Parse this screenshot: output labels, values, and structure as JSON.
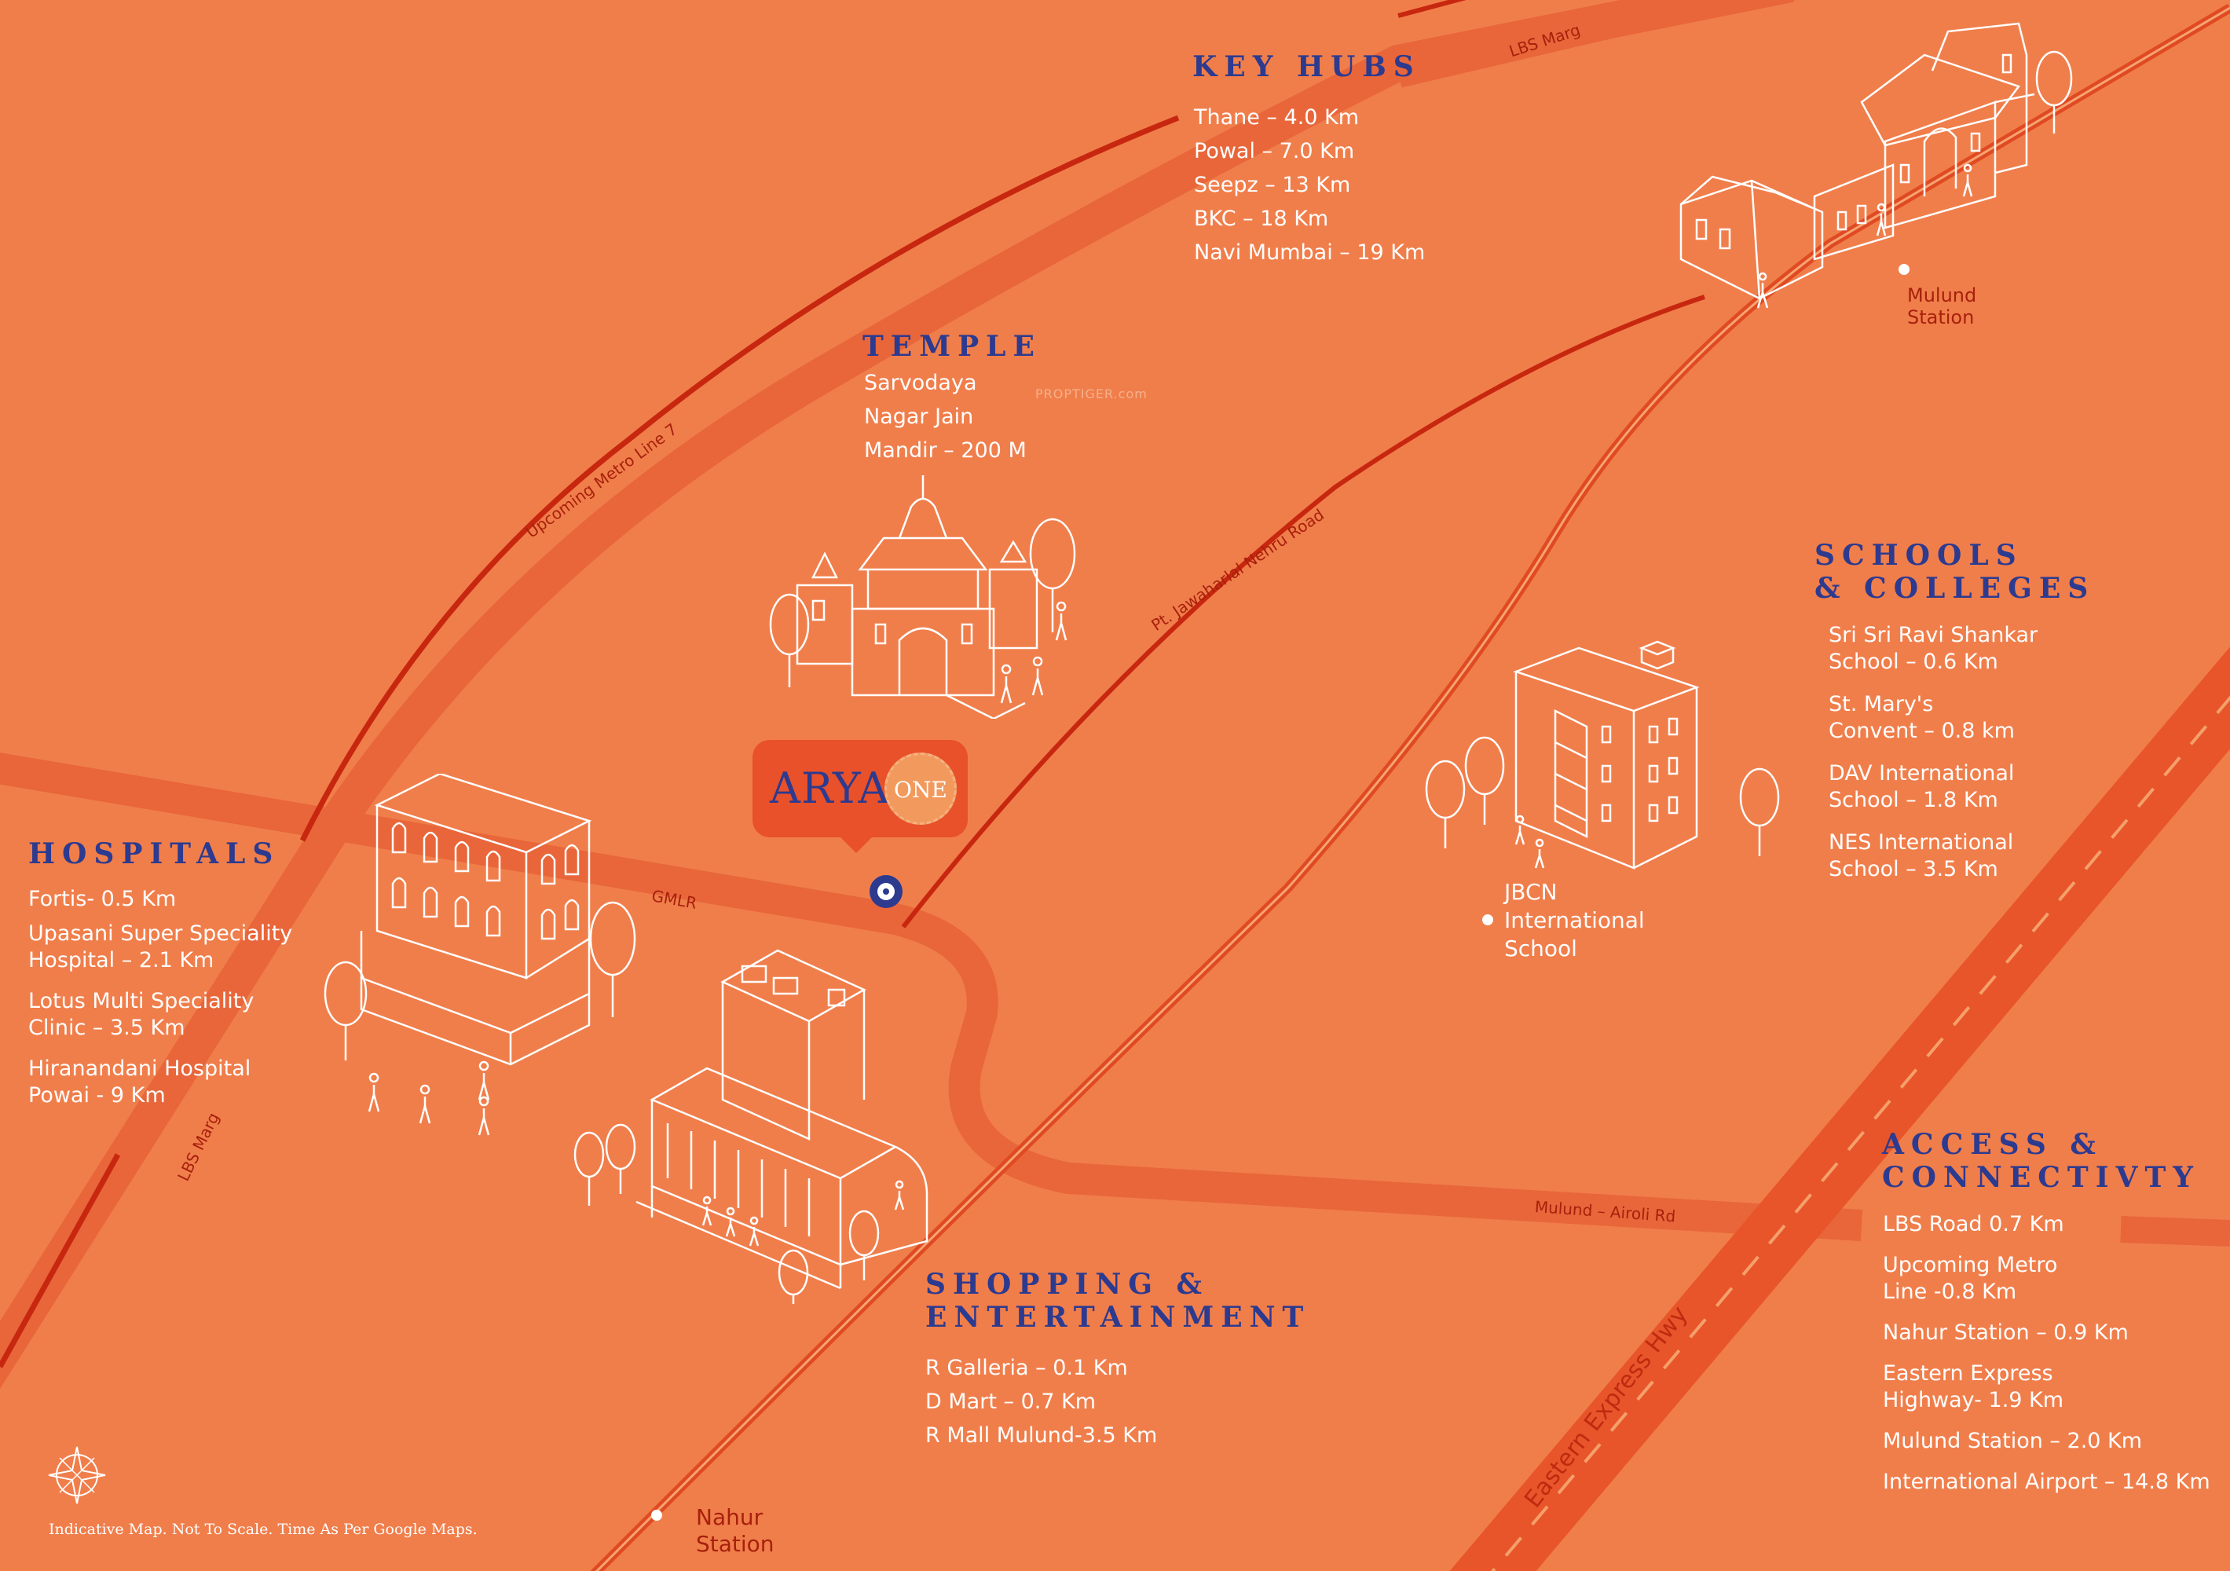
{
  "brand": {
    "name": "ARYA",
    "sub": "ONE"
  },
  "watermark": "PROPTIGER.com",
  "key_hubs": {
    "title": "KEY HUBS",
    "items": [
      "Thane – 4.0 Km",
      "Powal – 7.0 Km",
      "Seepz – 13 Km",
      "BKC – 18 Km",
      "Navi Mumbai – 19 Km"
    ]
  },
  "temple": {
    "title": "TEMPLE",
    "items": [
      "Sarvodaya",
      "Nagar Jain",
      "Mandir – 200 M"
    ]
  },
  "schools": {
    "title_line1": "SCHOOLS",
    "title_line2": "& COLLEGES",
    "items": [
      {
        "line1": "Sri Sri Ravi Shankar",
        "line2": "School – 0.6 Km"
      },
      {
        "line1": "St. Mary's",
        "line2": "Convent – 0.8 km"
      },
      {
        "line1": "DAV International",
        "line2": "School – 1.8 Km"
      },
      {
        "line1": "NES International",
        "line2": "School – 3.5 Km"
      }
    ]
  },
  "hospitals": {
    "title": "HOSPITALS",
    "items": [
      {
        "line1": "Fortis- 0.5 Km",
        "line2": ""
      },
      {
        "line1": "Upasani Super Speciality",
        "line2": "Hospital – 2.1 Km"
      },
      {
        "line1": "Lotus Multi Speciality",
        "line2": "Clinic – 3.5 Km"
      },
      {
        "line1": "Hiranandani Hospital",
        "line2": "Powai - 9 Km"
      }
    ]
  },
  "shopping": {
    "title_line1": "SHOPPING &",
    "title_line2": "ENTERTAINMENT",
    "items": [
      "R Galleria – 0.1 Km",
      "D Mart – 0.7 Km",
      "R Mall Mulund-3.5 Km"
    ]
  },
  "access": {
    "title_line1": "ACCESS &",
    "title_line2": "CONNECTIVTY",
    "items": [
      {
        "line1": "LBS Road 0.7 Km",
        "line2": ""
      },
      {
        "line1": "Upcoming Metro",
        "line2": "Line -0.8 Km"
      },
      {
        "line1": "Nahur Station – 0.9 Km",
        "line2": ""
      },
      {
        "line1": "Eastern Express",
        "line2": "Highway- 1.9 Km"
      },
      {
        "line1": "Mulund Station – 2.0 Km",
        "line2": ""
      },
      {
        "line1": "International Airport – 14.8 Km",
        "line2": ""
      }
    ]
  },
  "roads": {
    "lbs_top": "LBS Marg",
    "lbs_left": "LBS Marg",
    "metro7": "Upcoming Metro Line 7",
    "nehru": "Pt. Jawaharlal Nehru Road",
    "gmlr": "GMLR",
    "airoli": "Mulund – Airoli Rd",
    "eeh": "Eastern Express Hwy"
  },
  "stations": {
    "mulund_line1": "Mulund",
    "mulund_line2": "Station",
    "nahur_line1": "Nahur",
    "nahur_line2": "Station"
  },
  "jbcn": {
    "line1": "JBCN",
    "line2": "International",
    "line3": "School"
  },
  "disclaimer": "Indicative Map. Not To Scale. Time As Per Google Maps.",
  "icons": [
    "compass-icon",
    "temple-icon",
    "hospital-building-icon",
    "mall-building-icon",
    "school-building-icon",
    "station-building-icon",
    "tree-icon",
    "pedestrian-icon"
  ],
  "colors": {
    "background": "#f07e4b",
    "band": "#e8663a",
    "thin_road": "#c8270f",
    "rail": "#e85a2c",
    "heading": "#2c3a8f",
    "text": "#ffffff"
  }
}
